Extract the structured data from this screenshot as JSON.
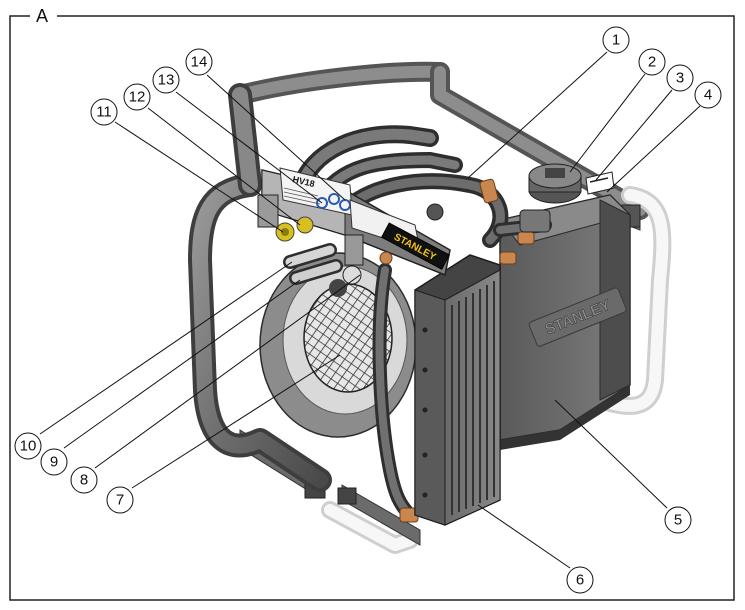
{
  "figure": {
    "frame_label": "A",
    "brand_plate": "STANLEY",
    "brand_cast": "STANLEY",
    "model_label": "HV18"
  },
  "callouts": [
    {
      "id": "c1",
      "number": "1"
    },
    {
      "id": "c2",
      "number": "2"
    },
    {
      "id": "c3",
      "number": "3"
    },
    {
      "id": "c4",
      "number": "4"
    },
    {
      "id": "c5",
      "number": "5"
    },
    {
      "id": "c6",
      "number": "6"
    },
    {
      "id": "c7",
      "number": "7"
    },
    {
      "id": "c8",
      "number": "8"
    },
    {
      "id": "c9",
      "number": "9"
    },
    {
      "id": "c10",
      "number": "10"
    },
    {
      "id": "c11",
      "number": "11"
    },
    {
      "id": "c12",
      "number": "12"
    },
    {
      "id": "c13",
      "number": "13"
    },
    {
      "id": "c14",
      "number": "14"
    }
  ]
}
